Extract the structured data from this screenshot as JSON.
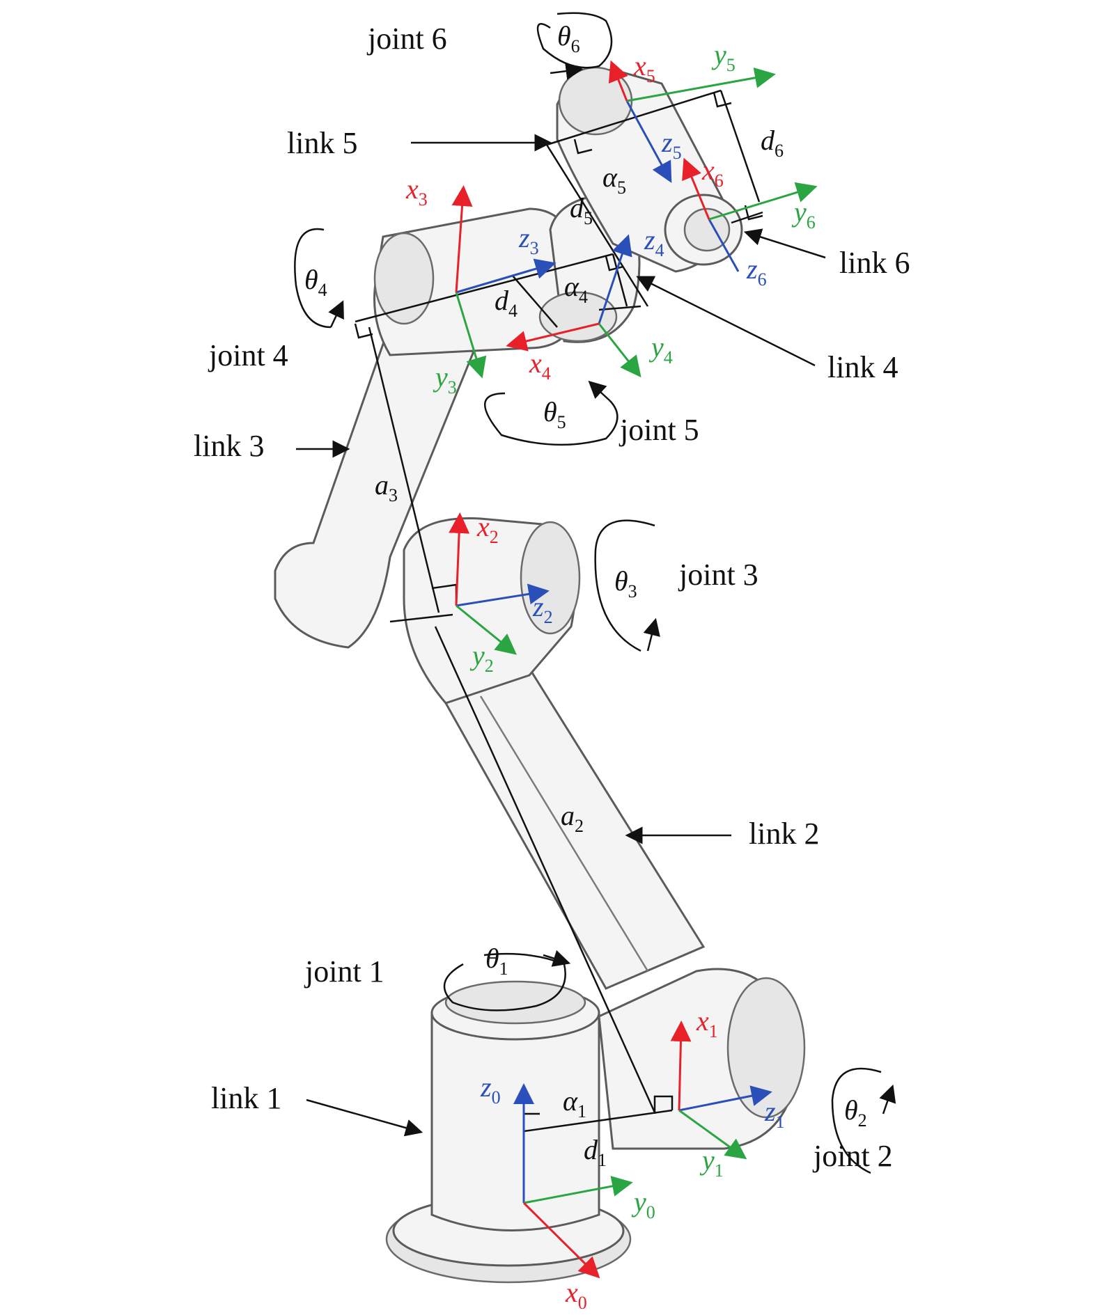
{
  "colors": {
    "x_axis": "#e8202a",
    "y_axis": "#2aa542",
    "z_axis": "#2b4fb8",
    "ink": "#111111"
  },
  "labels": {
    "joint1": "joint 1",
    "joint2": "joint 2",
    "joint3": "joint 3",
    "joint4": "joint 4",
    "joint5": "joint 5",
    "joint6": "joint 6",
    "link1": "link 1",
    "link2": "link 2",
    "link3": "link 3",
    "link4": "link 4",
    "link5": "link 5",
    "link6": "link 6"
  },
  "symbols": {
    "theta": "θ",
    "alpha": "α",
    "a": "a",
    "d": "d",
    "x": "x",
    "y": "y",
    "z": "z"
  },
  "subscripts": [
    "0",
    "1",
    "2",
    "3",
    "4",
    "5",
    "6"
  ]
}
